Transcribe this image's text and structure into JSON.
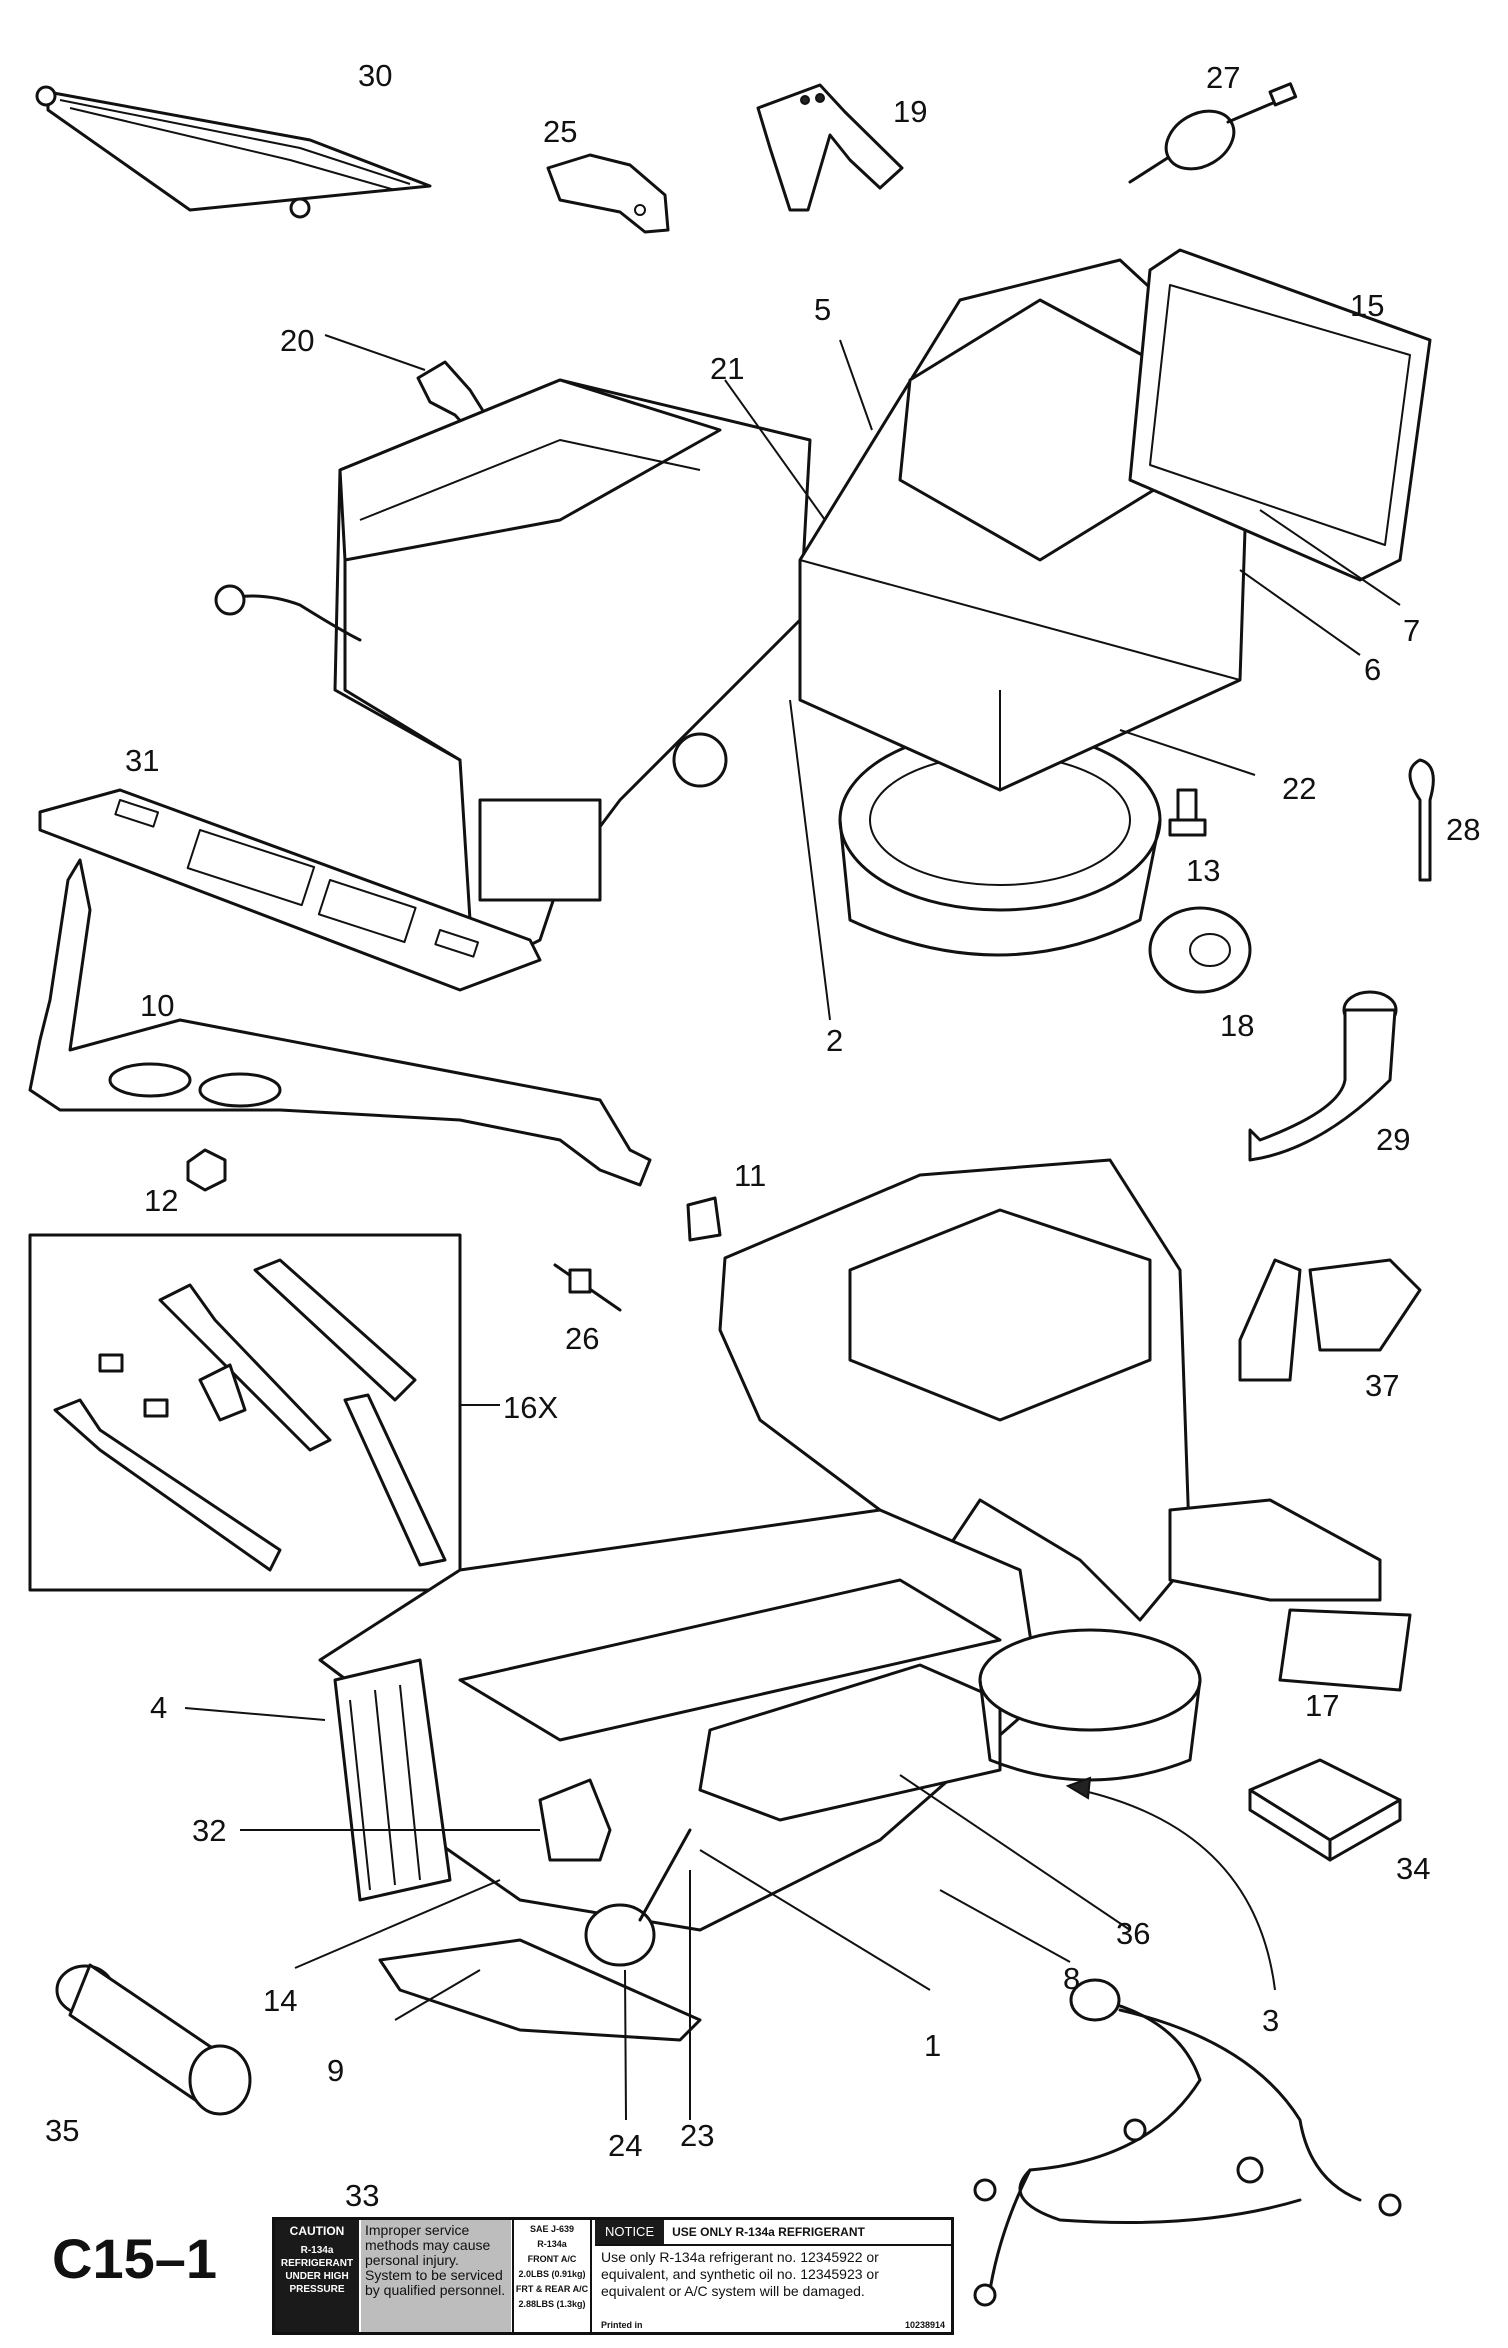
{
  "diagram_id": "C15–1",
  "callouts": {
    "n1": "1",
    "n2": "2",
    "n3": "3",
    "n4": "4",
    "n5": "5",
    "n6": "6",
    "n7": "7",
    "n8": "8",
    "n9": "9",
    "n10": "10",
    "n11": "11",
    "n12": "12",
    "n13": "13",
    "n14": "14",
    "n15": "15",
    "n16x": "16X",
    "n17": "17",
    "n18": "18",
    "n19": "19",
    "n20": "20",
    "n21": "21",
    "n22": "22",
    "n23": "23",
    "n24": "24",
    "n25": "25",
    "n26": "26",
    "n27": "27",
    "n28": "28",
    "n29": "29",
    "n30": "30",
    "n31": "31",
    "n32": "32",
    "n33": "33",
    "n34": "34",
    "n35": "35",
    "n36": "36",
    "n37": "37"
  },
  "label_33": {
    "caution_title": "CAUTION",
    "caution_side": [
      "R-134a",
      "REFRIGERANT",
      "UNDER HIGH",
      "PRESSURE"
    ],
    "caution_text": "Improper service methods may cause personal injury. System to be serviced by qualified personnel.",
    "spec_lines": [
      "SAE J-639",
      "R-134a",
      "FRONT A/C",
      "2.0LBS (0.91kg)",
      "FRT & REAR A/C",
      "2.88LBS (1.3kg)"
    ],
    "notice_title": "NOTICE",
    "notice_header": "USE ONLY R-134a REFRIGERANT",
    "notice_text": "Use only R-134a refrigerant no. 12345922 or equivalent, and synthetic oil no. 12345923 or equivalent or A/C system will be damaged.",
    "printed": "Printed in",
    "part_no": "10238914"
  }
}
